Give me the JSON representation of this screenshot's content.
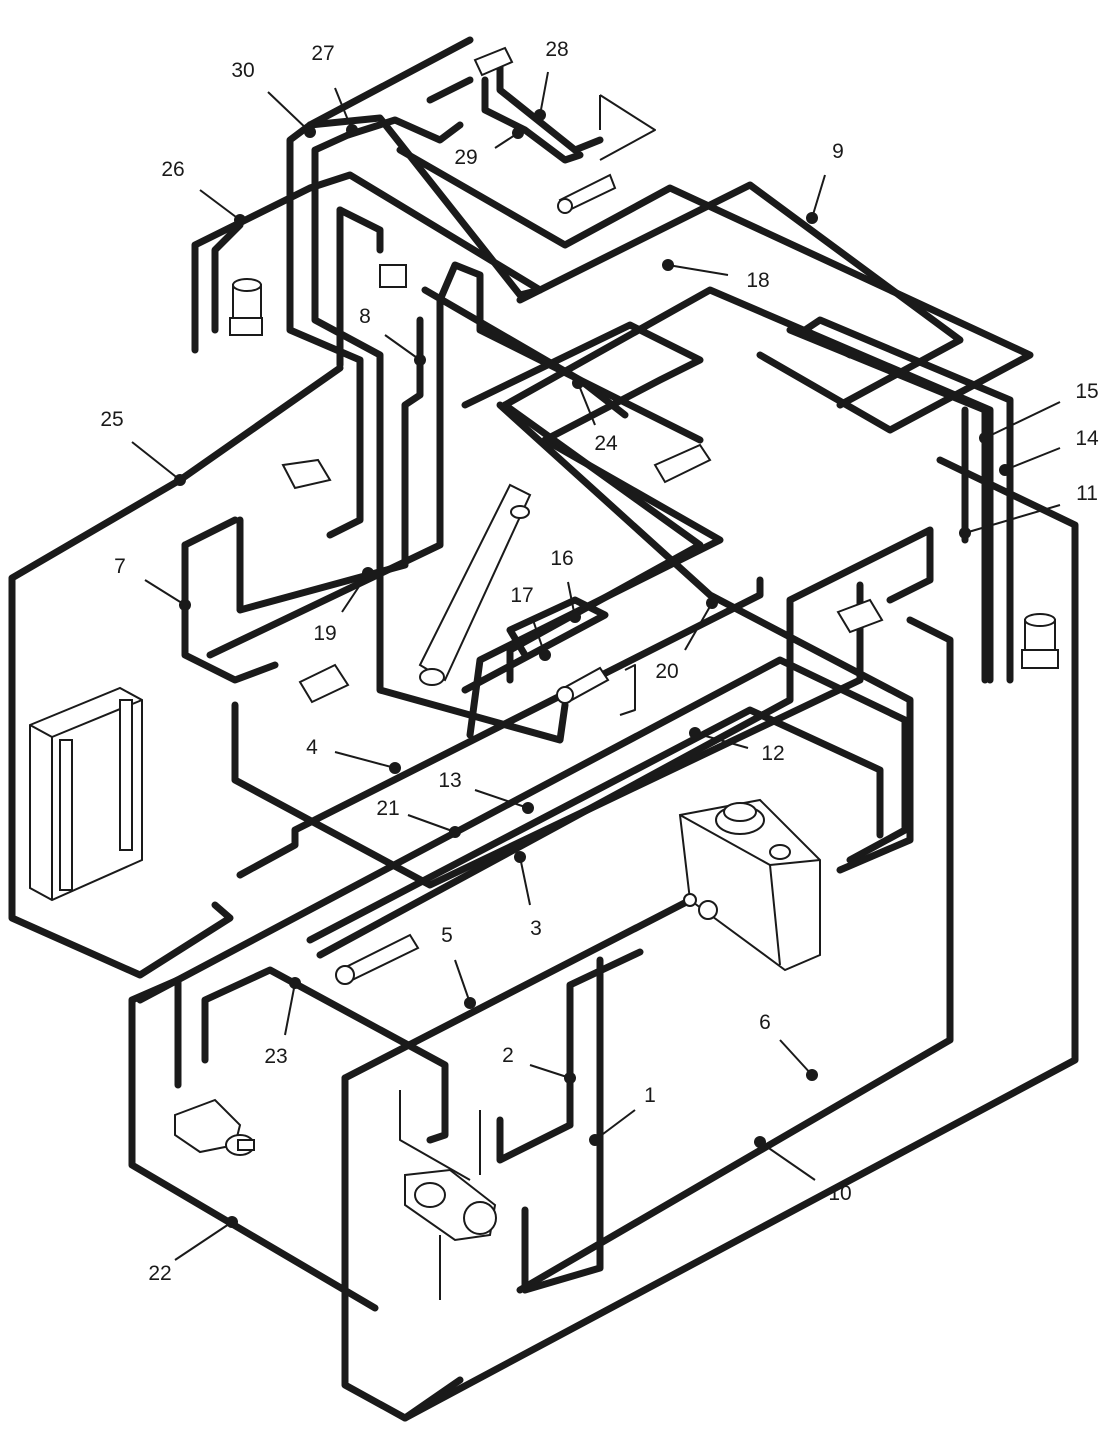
{
  "callouts": [
    {
      "id": "1",
      "text": "1"
    },
    {
      "id": "2",
      "text": "2"
    },
    {
      "id": "3",
      "text": "3"
    },
    {
      "id": "4",
      "text": "4"
    },
    {
      "id": "5",
      "text": "5"
    },
    {
      "id": "6",
      "text": "6"
    },
    {
      "id": "7",
      "text": "7"
    },
    {
      "id": "8",
      "text": "8"
    },
    {
      "id": "9",
      "text": "9"
    },
    {
      "id": "10",
      "text": "10"
    },
    {
      "id": "11",
      "text": "11"
    },
    {
      "id": "12",
      "text": "12"
    },
    {
      "id": "13",
      "text": "13"
    },
    {
      "id": "14",
      "text": "14"
    },
    {
      "id": "15",
      "text": "15"
    },
    {
      "id": "16",
      "text": "16"
    },
    {
      "id": "17",
      "text": "17"
    },
    {
      "id": "18",
      "text": "18"
    },
    {
      "id": "19",
      "text": "19"
    },
    {
      "id": "20",
      "text": "20"
    },
    {
      "id": "21",
      "text": "21"
    },
    {
      "id": "22",
      "text": "22"
    },
    {
      "id": "23",
      "text": "23"
    },
    {
      "id": "24",
      "text": "24"
    },
    {
      "id": "25",
      "text": "25"
    },
    {
      "id": "26",
      "text": "26"
    },
    {
      "id": "27",
      "text": "27"
    },
    {
      "id": "28",
      "text": "28"
    },
    {
      "id": "29",
      "text": "29"
    },
    {
      "id": "30",
      "text": "30"
    }
  ]
}
